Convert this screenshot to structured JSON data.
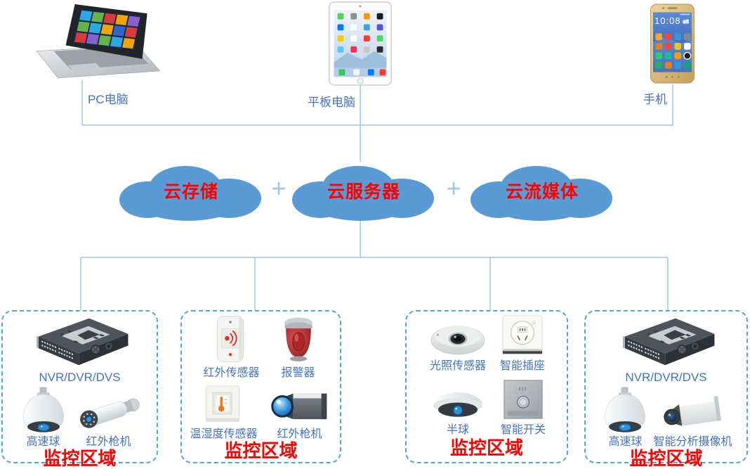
{
  "diagram": {
    "clients": [
      {
        "icon": "laptop-icon",
        "label": "PC电脑"
      },
      {
        "icon": "tablet-icon",
        "label": "平板电脑"
      },
      {
        "icon": "smartphone-icon",
        "label": "手机",
        "screen_time": "10:08"
      }
    ],
    "clouds": {
      "plus": "+",
      "items": [
        {
          "icon": "cloud-shape",
          "label": "云存储"
        },
        {
          "icon": "cloud-shape",
          "label": "云服务器"
        },
        {
          "icon": "cloud-shape",
          "label": "云流媒体"
        }
      ]
    },
    "zones": [
      {
        "title": "监控区域",
        "devices": [
          {
            "icon": "nvr-recorder-icon",
            "label": "NVR/DVR/DVS"
          },
          {
            "icon": "speed-dome-camera-icon",
            "label": "高速球"
          },
          {
            "icon": "ir-bullet-camera-icon",
            "label": "红外枪机"
          }
        ]
      },
      {
        "title": "监控区域",
        "devices": [
          {
            "icon": "ir-motion-sensor-icon",
            "label": "红外传感器"
          },
          {
            "icon": "alarm-siren-icon",
            "label": "报警器"
          },
          {
            "icon": "temp-humidity-sensor-icon",
            "label": "温湿度传感器"
          },
          {
            "icon": "ir-box-camera-icon",
            "label": "红外枪机"
          }
        ]
      },
      {
        "title": "监控区域",
        "devices": [
          {
            "icon": "light-sensor-icon",
            "label": "光照传感器"
          },
          {
            "icon": "smart-socket-icon",
            "label": "智能插座"
          },
          {
            "icon": "mini-dome-camera-icon",
            "label": "半球"
          },
          {
            "icon": "smart-switch-icon",
            "label": "智能开关"
          }
        ]
      },
      {
        "title": "监控区域",
        "devices": [
          {
            "icon": "nvr-recorder-icon",
            "label": "NVR/DVR/DVS"
          },
          {
            "icon": "speed-dome-camera-icon",
            "label": "高速球"
          },
          {
            "icon": "smart-analysis-camera-icon",
            "label": "智能分析摄像机"
          }
        ]
      }
    ],
    "colors": {
      "cloud_fill": "#5B9BD5",
      "connector_line": "#9FC5E8",
      "zone_border": "#4BACC6",
      "label_blue": "#4472C4",
      "accent_red": "#FF0000"
    }
  }
}
